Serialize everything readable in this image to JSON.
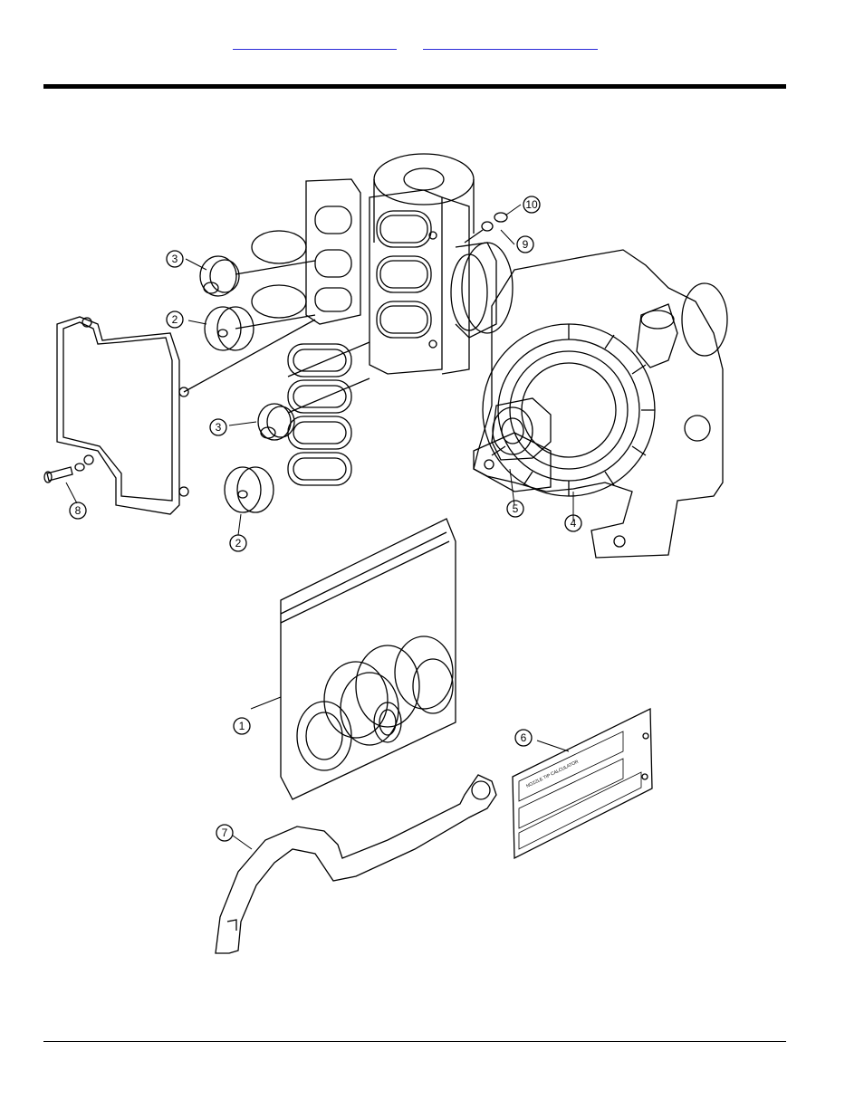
{
  "header": {
    "link_left": "",
    "link_right": ""
  },
  "diagram": {
    "callouts": [
      {
        "id": "c10",
        "label": "10"
      },
      {
        "id": "c9",
        "label": "9"
      },
      {
        "id": "c3a",
        "label": "3"
      },
      {
        "id": "c2a",
        "label": "2"
      },
      {
        "id": "c3b",
        "label": "3"
      },
      {
        "id": "c8",
        "label": "8"
      },
      {
        "id": "c2b",
        "label": "2"
      },
      {
        "id": "c5",
        "label": "5"
      },
      {
        "id": "c4",
        "label": "4"
      },
      {
        "id": "c1",
        "label": "1"
      },
      {
        "id": "c6",
        "label": "6"
      },
      {
        "id": "c7",
        "label": "7"
      }
    ],
    "decal_title": "NOZZLE TIP CALCULATOR"
  }
}
